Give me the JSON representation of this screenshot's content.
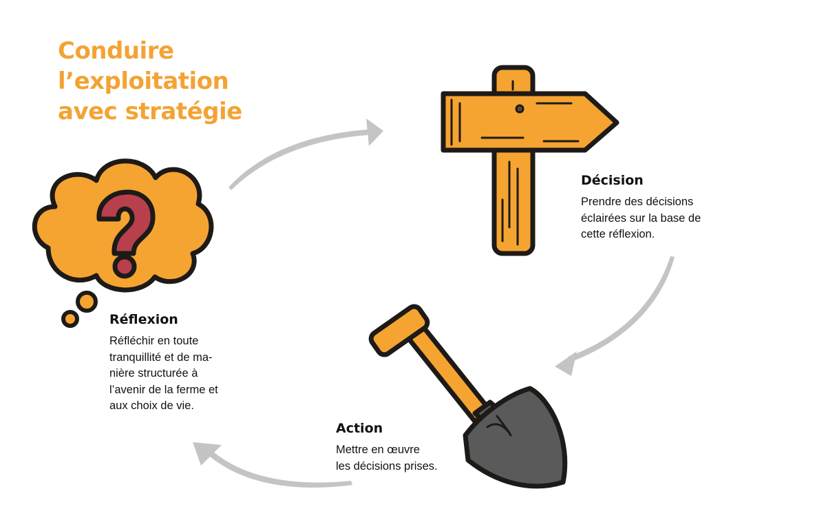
{
  "title": {
    "lines": [
      "Conduire",
      "l’exploitation",
      "avec stratégie"
    ]
  },
  "steps": {
    "decision": {
      "heading": "Décision",
      "lines": [
        "Prendre des décisions",
        "éclairées sur la base de",
        "cette réflexion."
      ]
    },
    "reflexion": {
      "heading": "Réflexion",
      "lines": [
        "Réfléchir en toute",
        "tranquillité et de ma-",
        "nière structurée à",
        "l’avenir de la ferme et",
        "aux choix de vie."
      ]
    },
    "action": {
      "heading": "Action",
      "lines": [
        "Mettre en œuvre",
        "les décisions prises."
      ]
    }
  },
  "illustrations": {
    "decision": "signpost-icon",
    "reflexion": "question-thought-bubble-icon",
    "action": "shovel-icon"
  },
  "colors": {
    "title": "#f3a334",
    "illustration_fill": "#f5a431",
    "question_mark": "#b8404d",
    "shovel_blade": "#5a5a5a",
    "outline": "#1d1a17",
    "cycle_arrows": "#c4c4c4"
  }
}
